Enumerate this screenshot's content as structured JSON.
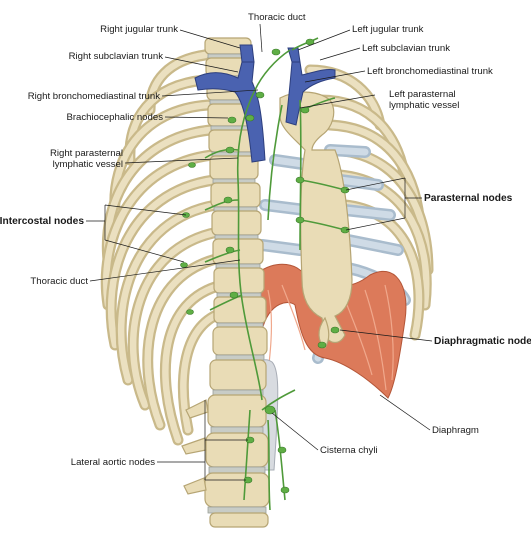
{
  "labels": {
    "thoracic_duct_top": "Thoracic duct",
    "right_jugular_trunk": "Right jugular trunk",
    "left_jugular_trunk": "Left jugular trunk",
    "right_subclavian_trunk": "Right subclavian trunk",
    "left_subclavian_trunk": "Left subclavian trunk",
    "left_bronchomediastinal_trunk": "Left bronchomediastinal trunk",
    "right_bronchomediastinal_trunk": "Right bronchomediastinal trunk",
    "left_parasternal_line1": "Left parasternal",
    "left_parasternal_line2": "lymphatic vessel",
    "brachiocephalic_nodes": "Brachiocephalic nodes",
    "right_parasternal_line1": "Right parasternal",
    "right_parasternal_line2": "lymphatic vessel",
    "parasternal_nodes": "Parasternal nodes",
    "intercostal_nodes": "Intercostal nodes",
    "thoracic_duct_lower": "Thoracic duct",
    "diaphragmatic_nodes": "Diaphragmatic nodes",
    "diaphragm": "Diaphragm",
    "cisterna_chyli": "Cisterna chyli",
    "lateral_aortic_nodes": "Lateral aortic nodes"
  },
  "colors": {
    "bone": "#e9dcb6",
    "cartilage": "#cfdbe6",
    "lymphatic": "#4f9a3a",
    "vein": "#4a62b0",
    "muscle": "#dc7a5a"
  }
}
